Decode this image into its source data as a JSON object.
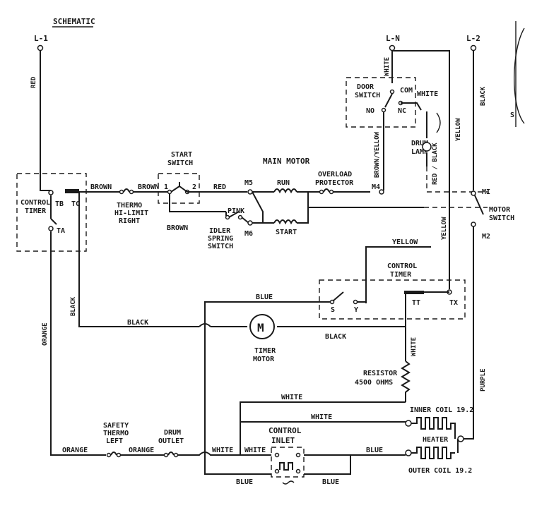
{
  "title": "SCHEMATIC",
  "terminals": {
    "l1": "L-1",
    "ln": "L-N",
    "l2": "L-2"
  },
  "wires": {
    "red": "RED",
    "brown": "BROWN",
    "red2": "RED",
    "pink": "PINK",
    "orange": "ORANGE",
    "black": "BLACK",
    "black_right": "BLACK",
    "white": "WHITE",
    "brown_yellow": "BROWN/YELLOW",
    "yellow": "YELLOW",
    "yellow2": "YELLOW",
    "red_black": "RED / BLACK",
    "blue": "BLUE",
    "purple": "PURPLE"
  },
  "components": {
    "control_timer": [
      "CONTROL",
      "TIMER"
    ],
    "tb": "TB",
    "tc": "TC",
    "ta": "TA",
    "thermo_hi_limit": [
      "THERMO",
      "HI-LIMIT",
      "RIGHT"
    ],
    "start_switch": [
      "START",
      "SWITCH"
    ],
    "main_motor": "MAIN MOTOR",
    "m5": "M5",
    "m6": "M6",
    "m4": "M4",
    "m1": "MI",
    "m2": "M2",
    "run": "RUN",
    "start": "START",
    "overload": [
      "OVERLOAD",
      "PROTECTOR"
    ],
    "idler": [
      "IDLER",
      "SPRING",
      "SWITCH"
    ],
    "door_switch": [
      "DOOR",
      "SWITCH"
    ],
    "no": "NO",
    "nc": "NC",
    "com": "COM",
    "drum_lamp": [
      "DRUM",
      "LAMP"
    ],
    "motor_switch": [
      "MOTOR",
      "SWITCH"
    ],
    "control_timer2": [
      "CONTROL",
      "TIMER"
    ],
    "s": "S",
    "y": "Y",
    "tt": "TT",
    "tx": "TX",
    "timer_motor": [
      "TIMER",
      "MOTOR"
    ],
    "resistor": [
      "RESISTOR",
      "4500 OHMS"
    ],
    "inner_coil": "INNER COIL 19.2",
    "outer_coil": "OUTER COIL 19.2",
    "heater": "HEATER",
    "safety_thermo": [
      "SAFETY",
      "THERMO",
      "LEFT"
    ],
    "drum_outlet": [
      "DRUM",
      "OUTLET"
    ],
    "control_inlet": [
      "CONTROL",
      "INLET"
    ],
    "sw_1": "1",
    "sw_2": "2",
    "timer_m": "M",
    "edge_s": "S"
  }
}
